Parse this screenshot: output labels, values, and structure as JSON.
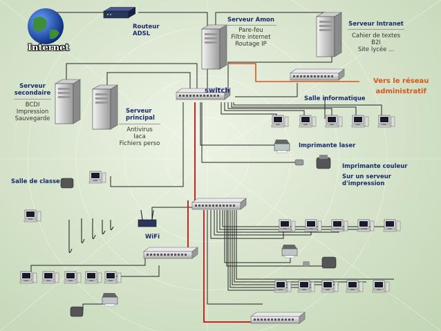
{
  "internet": "Internet",
  "routeur": [
    "Routeur",
    "ADSL"
  ],
  "amon": {
    "title": "Serveur Amon",
    "lines": [
      "Pare-feu",
      "Filtre internet",
      "Routage IP"
    ]
  },
  "intranet": {
    "title": "Serveur Intranet",
    "lines": [
      "Cahier de textes",
      "B2I",
      "Site lycée ..."
    ]
  },
  "vers": [
    "Vers le réseau",
    "administratif"
  ],
  "switch": "switch",
  "salle_info": "Salle informatique",
  "secondaire": {
    "title": [
      "Serveur",
      "secondaire"
    ],
    "lines": [
      "BCDI",
      "Impression",
      "Sauvegarde"
    ]
  },
  "principal": {
    "title": [
      "Serveur",
      "principal"
    ],
    "lines": [
      "Antivirus",
      "Iaca",
      "Fichiers perso"
    ]
  },
  "imprimante_laser": "Imprimante laser",
  "imprimante_couleur": "Imprimante couleur",
  "serveur_impression": [
    "Sur un serveur",
    "d'impression"
  ],
  "salle_classe": "Salle de classe",
  "wifi": "WiFi",
  "colors": {
    "cable": "#222222",
    "backbone": "#cc2222",
    "admin": "#d8541a",
    "title": "#1b2a6b"
  }
}
